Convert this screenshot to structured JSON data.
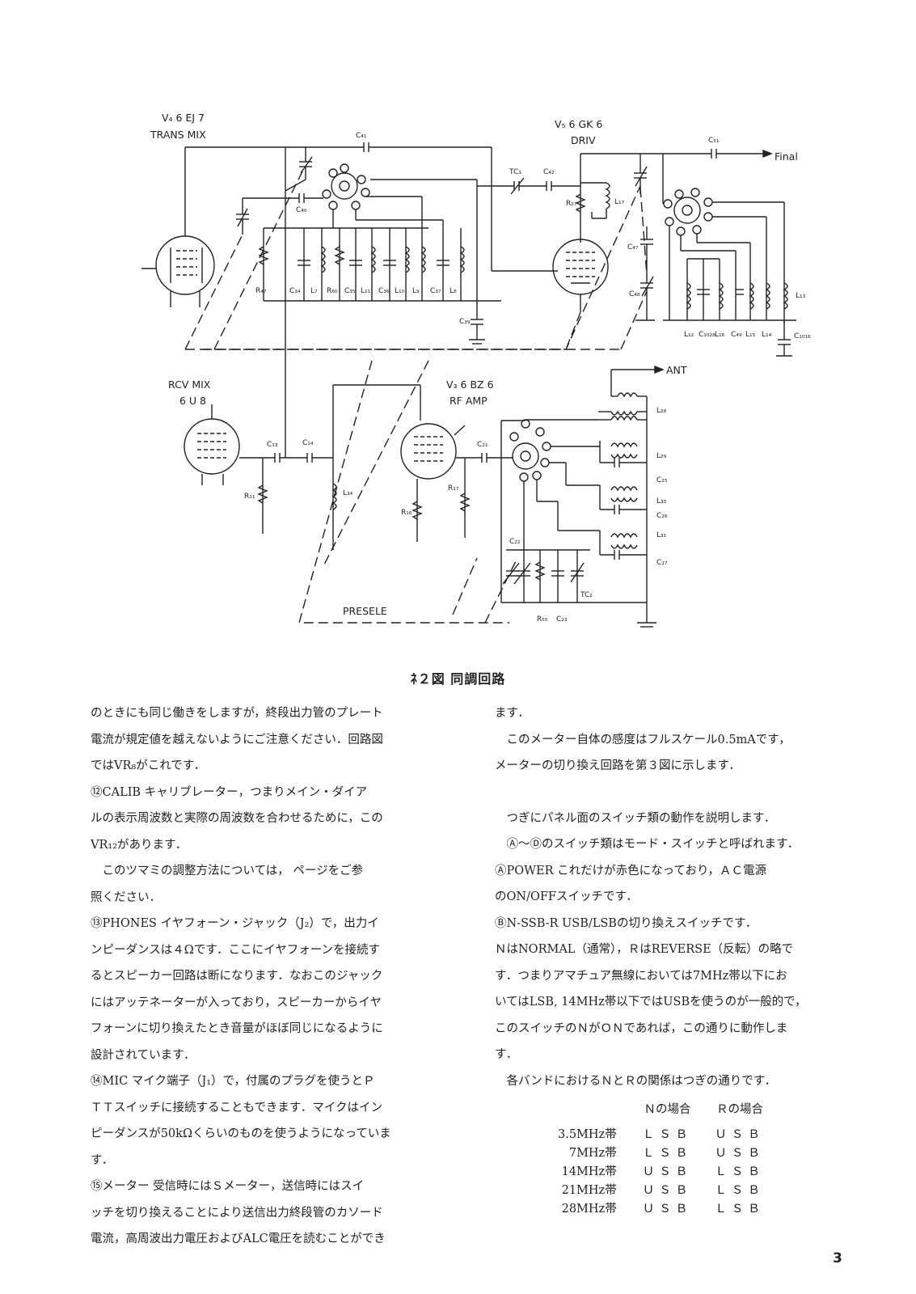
{
  "figure": {
    "labels": {
      "v4_title": "V₄ 6 EJ 7",
      "v4_sub": "TRANS MIX",
      "v5_title": "V₅ 6 GK 6",
      "v5_sub": "DRIV",
      "rcv_title": "RCV MIX",
      "rcv_sub": "6 U 8",
      "v3_title": "V₃ 6 BZ 6",
      "v3_sub": "RF AMP",
      "final": "Final",
      "ant": "ANT",
      "presele": "PRESELE",
      "c41": "C₄₁",
      "c40": "C₄₀",
      "tc3": "TC₃",
      "c42": "C₄₂",
      "c51": "C₅₁",
      "r27": "R₂₇",
      "l17": "L₁₇",
      "c47": "C₄₇",
      "c48": "C₄₈",
      "r47": "R₄₇",
      "c34": "C₃₄",
      "l7": "L₇",
      "r60": "R₆₀",
      "c35": "C₃₅",
      "l11": "L₁₁",
      "c36": "C₃₆",
      "l10": "L₁₀",
      "l9": "L₉",
      "c37": "C₃₇",
      "l8": "L₈",
      "c39": "C₃₉",
      "l12": "L₁₂",
      "c1028": "C₁₀₂₈",
      "l16": "L₁₆",
      "c49": "C₄₉",
      "l15": "L₁₅",
      "l14": "L₁₄",
      "l13": "L₁₃",
      "c1016": "C₁₀₁₆",
      "c13": "C₁₃",
      "c14": "C₁₄",
      "r11": "R₁₁",
      "l34": "L₃₄",
      "r16": "R₁₆",
      "r17": "R₁₇",
      "c21": "C₂₁",
      "c22": "C₂₂",
      "r55": "R₅₅",
      "c23": "C₂₃",
      "tc2": "TC₂",
      "l28": "L₂₈",
      "l29": "L₂₉",
      "c25": "C₂₅",
      "l30": "L₃₀",
      "c26": "C₂₆",
      "l31": "L₃₁",
      "c27": "C₂₇"
    }
  },
  "caption": "ﾈ２図 同調回路",
  "left_column": [
    "のときにも同じ働きをしますが，終段出力管のプレート",
    "電流が規定値を越えないようにご注意ください．回路図",
    "ではVR₈がこれです．",
    "⑫CALIB キャリブレーター，つまりメイン・ダイア",
    "ルの表示周波数と実際の周波数を合わせるために，この",
    "VR₁₂があります．",
    "このツマミの調整方法については， ページをご参",
    "照ください．",
    "⑬PHONES イヤフォーン・ジャック（J₂）で，出力イ",
    "ンピーダンスは４Ωです．ここにイヤフォーンを接続す",
    "るとスピーカー回路は断になります．なおこのジャック",
    "にはアッテネーターが入っており，スピーカーからイヤ",
    "フォーンに切り換えたとき音量がほぼ同じになるように",
    "設計されています．",
    "⑭MIC マイク端子（J₁）で，付属のプラグを使うとＰ",
    "ＴＴスイッチに接続することもできます．マイクはイン",
    "ピーダンスが50kΩくらいのものを使うようになっていま",
    "す．",
    "⑮メーター 受信時にはＳメーター，送信時にはスイ",
    "ッチを切り換えることにより送信出力終段管のカソード",
    "電流，高周波出力電圧およびALC電圧を読むことができ"
  ],
  "right_column_a": [
    "ます．",
    "このメーター自体の感度はフルスケール0.5mAです，",
    "メーターの切り換え回路を第３図に示します．"
  ],
  "right_column_b": [
    "つぎにパネル面のスイッチ類の動作を説明します．",
    "Ⓐ〜Ⓓのスイッチ類はモード・スイッチと呼ばれます．",
    "ⒶPOWER これだけが赤色になっており，ＡＣ電源",
    "のON/OFFスイッチです．",
    "ⒷN-SSB-R USB/LSBの切り換えスイッチです．",
    "ＮはNORMAL（通常），ＲはREVERSE（反転）の略で",
    "す．つまりアマチュア無線においては7MHz帯以下にお",
    "いてはLSB, 14MHz帯以下ではUSBを使うのが一般的で，",
    "このスイッチのＮがＯＮであれば，この通りに動作しま",
    "す．",
    "各バンドにおけるＮとＲの関係はつぎの通りです．"
  ],
  "band_table": {
    "headers": [
      "",
      "Ｎの場合",
      "Ｒの場合"
    ],
    "rows": [
      [
        "3.5MHz帯",
        "ＬＳＢ",
        "ＵＳＢ"
      ],
      [
        "7MHz帯",
        "ＬＳＢ",
        "ＵＳＢ"
      ],
      [
        "14MHz帯",
        "ＵＳＢ",
        "ＬＳＢ"
      ],
      [
        "21MHz帯",
        "ＵＳＢ",
        "ＬＳＢ"
      ],
      [
        "28MHz帯",
        "ＵＳＢ",
        "ＬＳＢ"
      ]
    ]
  },
  "page_number": "3"
}
